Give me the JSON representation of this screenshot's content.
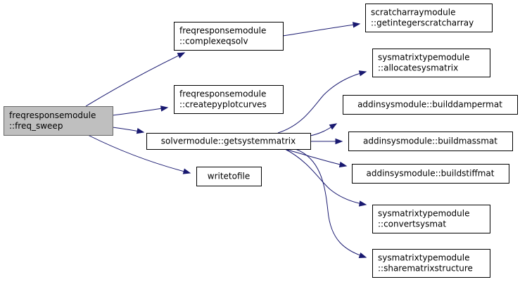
{
  "diagram": {
    "edge_color": "#191970",
    "root_fill": "#bfbfbf",
    "nodes": [
      {
        "id": "freq_sweep",
        "lines": [
          "freqresponsemodule",
          "::freq_sweep"
        ],
        "root": true
      },
      {
        "id": "complexeqsolv",
        "lines": [
          "freqresponsemodule",
          "::complexeqsolv"
        ]
      },
      {
        "id": "createpyplotcurves",
        "lines": [
          "freqresponsemodule",
          "::createpyplotcurves"
        ]
      },
      {
        "id": "getsystemmatrix",
        "lines": [
          "solvermodule::getsystemmatrix"
        ]
      },
      {
        "id": "writetofile",
        "lines": [
          "writetofile"
        ]
      },
      {
        "id": "getintegerscratcharray",
        "lines": [
          "scratcharraymodule",
          "::getintegerscratcharray"
        ]
      },
      {
        "id": "allocatesysmatrix",
        "lines": [
          "sysmatrixtypemodule",
          "::allocatesysmatrix"
        ]
      },
      {
        "id": "builddampermat",
        "lines": [
          "addinsysmodule::builddampermat"
        ]
      },
      {
        "id": "buildmassmat",
        "lines": [
          "addinsysmodule::buildmassmat"
        ]
      },
      {
        "id": "buildstiffmat",
        "lines": [
          "addinsysmodule::buildstiffmat"
        ]
      },
      {
        "id": "convertsysmat",
        "lines": [
          "sysmatrixtypemodule",
          "::convertsysmat"
        ]
      },
      {
        "id": "sharematrixstructure",
        "lines": [
          "sysmatrixtypemodule",
          "::sharematrixstructure"
        ]
      }
    ],
    "edges": [
      {
        "from": "freq_sweep",
        "to": "complexeqsolv"
      },
      {
        "from": "freq_sweep",
        "to": "createpyplotcurves"
      },
      {
        "from": "freq_sweep",
        "to": "getsystemmatrix"
      },
      {
        "from": "freq_sweep",
        "to": "writetofile"
      },
      {
        "from": "complexeqsolv",
        "to": "getintegerscratcharray"
      },
      {
        "from": "getsystemmatrix",
        "to": "allocatesysmatrix"
      },
      {
        "from": "getsystemmatrix",
        "to": "builddampermat"
      },
      {
        "from": "getsystemmatrix",
        "to": "buildmassmat"
      },
      {
        "from": "getsystemmatrix",
        "to": "buildstiffmat"
      },
      {
        "from": "getsystemmatrix",
        "to": "convertsysmat"
      },
      {
        "from": "getsystemmatrix",
        "to": "sharematrixstructure"
      }
    ]
  }
}
